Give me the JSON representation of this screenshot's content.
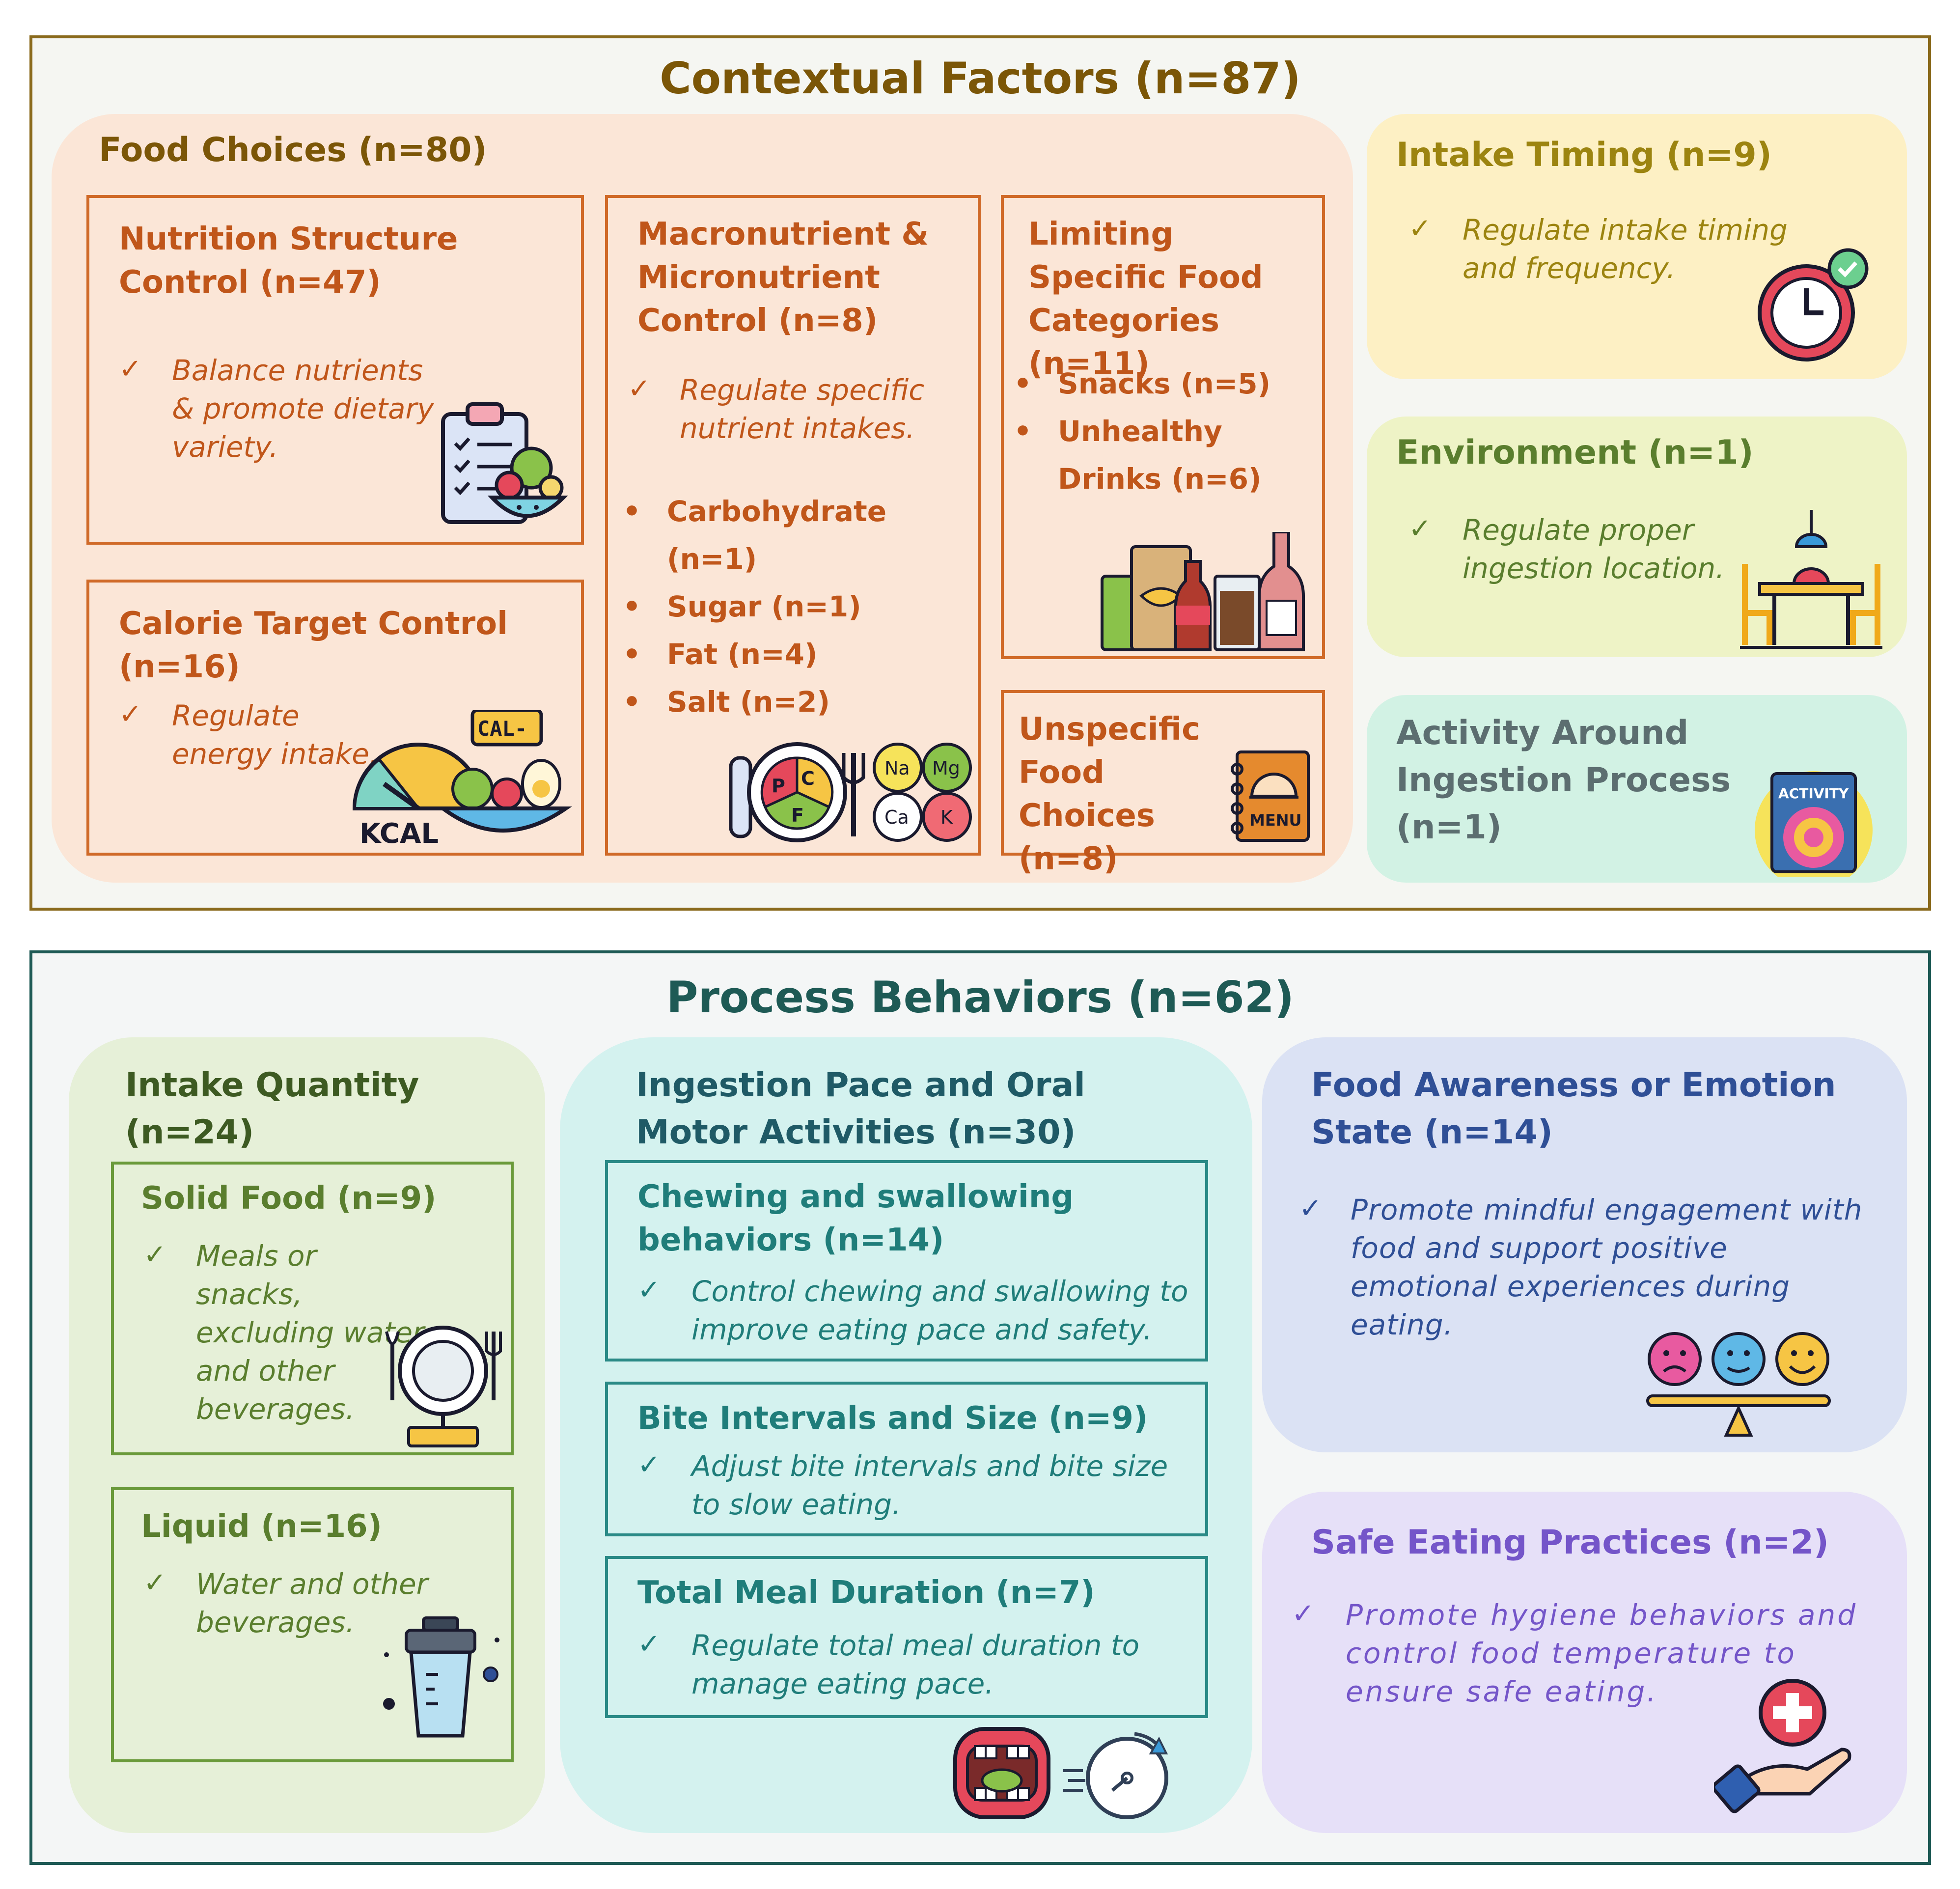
{
  "contextual": {
    "title": "Contextual Factors (n=87)",
    "food_choices": {
      "title": "Food Choices (n=80)",
      "nutrition_structure": {
        "title": "Nutrition Structure Control (n=47)",
        "desc": "Balance nutrients & promote dietary variety."
      },
      "calorie_target": {
        "title": "Calorie Target Control (n=16)",
        "desc": "Regulate energy intake.",
        "icon_text_cal": "CAL-",
        "icon_text_kcal": "KCAL"
      },
      "macro_micro": {
        "title": "Macronutrient & Micronutrient Control (n=8)",
        "desc": "Regulate specific nutrient intakes.",
        "items": [
          "Carbohydrate (n=1)",
          "Sugar (n=1)",
          "Fat (n=4)",
          "Salt (n=2)"
        ],
        "plate_letters": [
          "P",
          "C",
          "F"
        ],
        "minerals": [
          "Na",
          "Mg",
          "Ca",
          "K"
        ]
      },
      "limiting": {
        "title": "Limiting Specific Food Categories (n=11)",
        "items": [
          "Snacks (n=5)",
          "Unhealthy Drinks (n=6)"
        ]
      },
      "unspecific": {
        "title": "Unspecific Food Choices (n=8)",
        "icon_text": "MENU"
      }
    },
    "intake_timing": {
      "title": "Intake Timing (n=9)",
      "desc": "Regulate intake timing and frequency."
    },
    "environment": {
      "title": "Environment (n=1)",
      "desc": "Regulate proper ingestion location."
    },
    "activity": {
      "title": "Activity Around Ingestion Process (n=1)",
      "icon_text": "ACTIVITY"
    }
  },
  "process": {
    "title": "Process Behaviors (n=62)",
    "intake_quantity": {
      "title": "Intake Quantity (n=24)",
      "solid": {
        "title": "Solid Food (n=9)",
        "desc": "Meals or snacks, excluding water and other beverages."
      },
      "liquid": {
        "title": "Liquid (n=16)",
        "desc": "Water and other beverages."
      }
    },
    "ingestion_pace": {
      "title": "Ingestion Pace and Oral Motor Activities (n=30)",
      "chewing": {
        "title": "Chewing and swallowing behaviors (n=14)",
        "desc": "Control chewing and swallowing to improve eating pace and safety."
      },
      "bite": {
        "title": "Bite Intervals and Size (n=9)",
        "desc": "Adjust bite intervals and bite size to slow eating."
      },
      "duration": {
        "title": "Total Meal Duration (n=7)",
        "desc": "Regulate total meal duration to manage eating pace."
      }
    },
    "awareness": {
      "title": "Food Awareness or Emotion State (n=14)",
      "desc": "Promote mindful engagement with food and support positive emotional experiences during eating."
    },
    "safe_eating": {
      "title": "Safe Eating Practices (n=2)",
      "desc": "Promote hygiene behaviors and control food temperature to ensure safe eating."
    }
  }
}
